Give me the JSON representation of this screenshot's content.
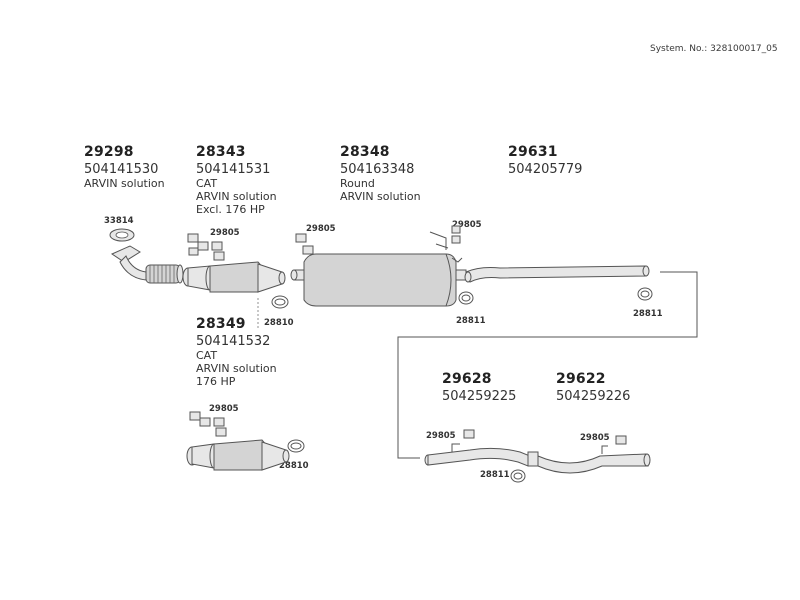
{
  "system_no": "System. No.: 328100017_05",
  "parts": [
    {
      "code": "29298",
      "number": "504141530",
      "desc": [
        "ARVIN solution"
      ]
    },
    {
      "code": "28343",
      "number": "504141531",
      "desc": [
        "CAT",
        "ARVIN solution",
        "Excl. 176 HP"
      ]
    },
    {
      "code": "28348",
      "number": "504163348",
      "desc": [
        "Round",
        "ARVIN solution"
      ]
    },
    {
      "code": "29631",
      "number": "504205779",
      "desc": []
    },
    {
      "code": "28349",
      "number": "504141532",
      "desc": [
        "CAT",
        "ARVIN solution",
        "176 HP"
      ]
    },
    {
      "code": "29628",
      "number": "504259225",
      "desc": []
    },
    {
      "code": "29622",
      "number": "504259226",
      "desc": []
    }
  ],
  "labels": {
    "l33814": "33814",
    "l29805a": "29805",
    "l29805b": "29805",
    "l29805c": "29805",
    "l29805d": "29805",
    "l29805e": "29805",
    "l29805f": "29805",
    "l28810a": "28810",
    "l28810b": "28810",
    "l28811a": "28811",
    "l28811b": "28811",
    "l28811c": "28811"
  }
}
